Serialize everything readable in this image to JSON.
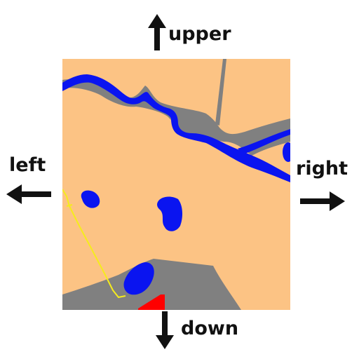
{
  "directions": {
    "upper": "upper",
    "left": "left",
    "right": "right",
    "down": "down"
  },
  "icons": {
    "up": "arrow-up-icon",
    "left": "arrow-left-icon",
    "right": "arrow-right-icon",
    "down": "arrow-down-icon"
  },
  "colors": {
    "land": "#fcc384",
    "road": "#808080",
    "water": "#0a14f0",
    "trail": "#f5ec1c",
    "marker": "#ff0000",
    "arrow": "#111111"
  }
}
